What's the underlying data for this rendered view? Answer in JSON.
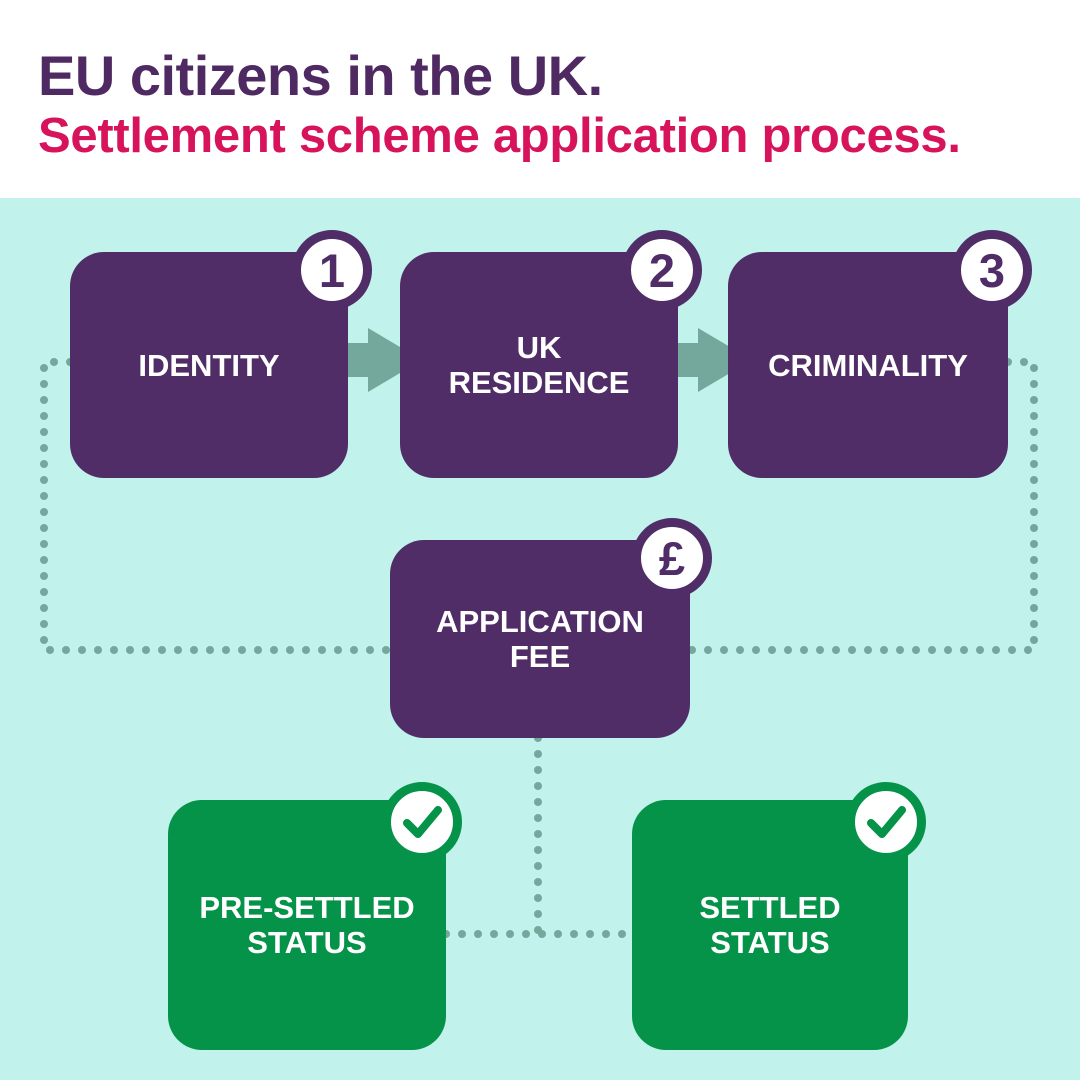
{
  "header": {
    "title": "EU citizens in the UK.",
    "subtitle": "Settlement scheme application process."
  },
  "colors": {
    "title": "#4f2a62",
    "subtitle": "#d6135b",
    "background": "#c1f2eb",
    "purple_box": "#512d68",
    "green_box": "#05934a",
    "arrow": "#74a89c",
    "dots": "#74a89c"
  },
  "steps": [
    {
      "number": "1",
      "label_lines": [
        "IDENTITY"
      ]
    },
    {
      "number": "2",
      "label_lines": [
        "UK",
        "RESIDENCE"
      ]
    },
    {
      "number": "3",
      "label_lines": [
        "CRIMINALITY"
      ]
    }
  ],
  "fee": {
    "badge": "£",
    "label_lines": [
      "APPLICATION",
      "FEE"
    ]
  },
  "outcomes": [
    {
      "badge_icon": "check-icon",
      "label_lines": [
        "PRE-SETTLED",
        "STATUS"
      ]
    },
    {
      "badge_icon": "check-icon",
      "label_lines": [
        "SETTLED",
        "STATUS"
      ]
    }
  ]
}
